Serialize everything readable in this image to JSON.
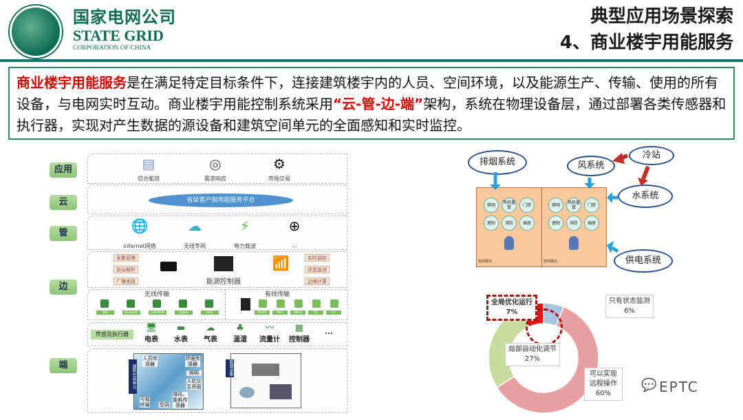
{
  "header": {
    "logo_cn": "国家电网公司",
    "logo_en": "STATE GRID",
    "logo_sub": "CORPORATION OF CHINA",
    "title1": "典型应用场景探索",
    "title2": "4、商业楼宇用能服务"
  },
  "intro": {
    "highlight": "商业楼宇用能服务",
    "text1": "是在满足特定目标条件下，连接建筑楼宇内的人员、空间环境，以及能源生产、传输、使用的所有设备，与电网实时互动。商业楼宇用能控制系统采用",
    "quote": "“云-管-边-端”",
    "text2": "架构，系统在物理设备层，通过部署各类传感器和执行器，实现对产生数据的源设备和建筑空间单元的全面感知和实时监控。"
  },
  "layers": {
    "app": "应用",
    "cloud": "云",
    "pipe": "管",
    "edge": "边",
    "end": "端"
  },
  "app_items": [
    "综合能效",
    "需求响应",
    "市场交易"
  ],
  "cloud_platform": "省级客户侧用能服务平台",
  "pipe_items": [
    "internet网络",
    "无线专网",
    "电力载波",
    "..."
  ],
  "edge": {
    "left_tags": [
      "采集管理",
      "协议解析",
      "广播发现"
    ],
    "right_tags": [
      "实时调控",
      "状态监测",
      "边缘计算"
    ],
    "controller": "能源控制器",
    "wireless": "无线传输",
    "wired": "有线传输",
    "wireless_items": [
      "WiFi",
      "Bluetooth",
      "LoRaWAN",
      "Zigbee",
      "GPRS"
    ],
    "wired_items": [
      "RS485",
      "HPLC",
      "MBUS",
      "DC",
      "CE"
    ]
  },
  "sensors": {
    "label": "传感及执行器",
    "items": [
      "电表",
      "水表",
      "气表",
      "温湿",
      "流量计",
      "控制器",
      "..."
    ]
  },
  "end": {
    "building_label": "建筑空间单元",
    "building_notes": [
      "人员传感器",
      "环境传感器",
      "照明",
      "人机交互界面",
      "空调",
      "排风、能耗传感器",
      "可视终端"
    ],
    "equip_label": "能源设备"
  },
  "building_diagram": {
    "systems": [
      "排烟系统",
      "风系统",
      "冷站",
      "水系统",
      "供电系统"
    ],
    "cells": [
      "照明",
      "风机盘管",
      "门禁",
      "遮阳",
      "消防",
      "插座"
    ],
    "unit_label": "空间单元"
  },
  "chart_data": {
    "type": "pie",
    "donut": true,
    "title": "",
    "slices": [
      {
        "label": "只有状态监测",
        "value": 6,
        "color": "#a9c4e0"
      },
      {
        "label": "可以实现远程操作",
        "value": 60,
        "color": "#e6a0a4"
      },
      {
        "label": "局部自动化调节",
        "value": 27,
        "color": "#c9dca0"
      },
      {
        "label": "全局优化运行",
        "value": 7,
        "color": "#ee1111"
      }
    ],
    "value_labels": [
      "6%",
      "60%",
      "27%",
      "7%"
    ],
    "start": "top",
    "direction": "clockwise"
  },
  "watermark": "EPTC"
}
